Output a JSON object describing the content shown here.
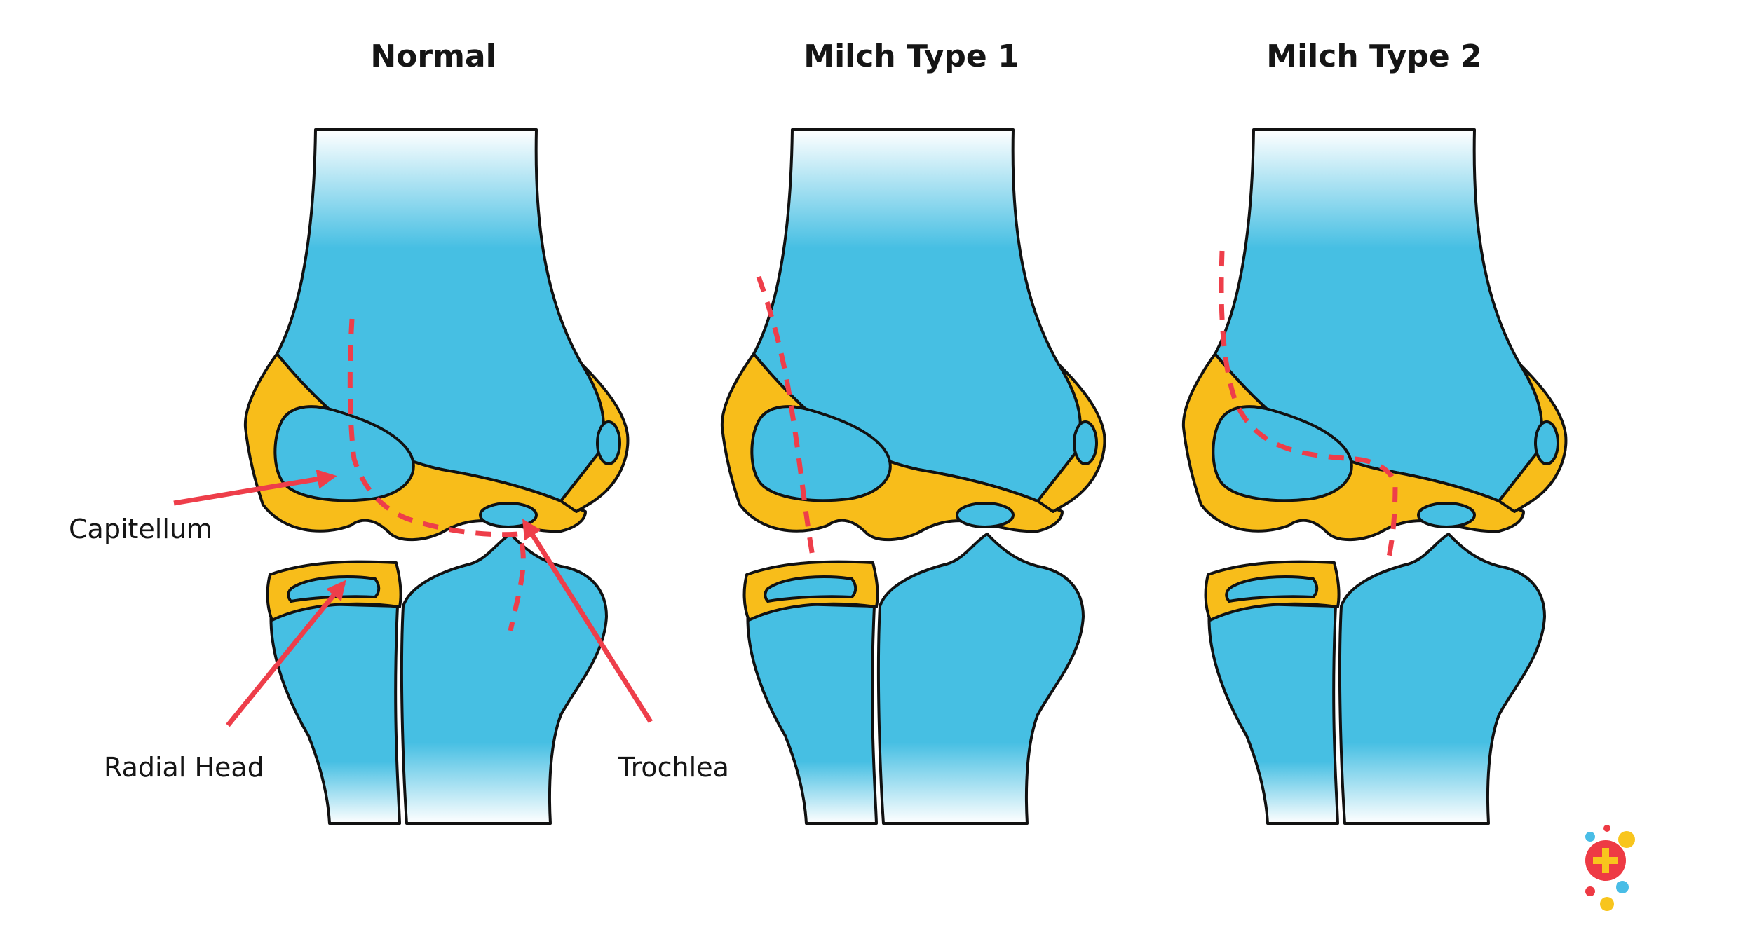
{
  "panels": [
    {
      "id": "normal",
      "title": "Normal"
    },
    {
      "id": "milch1",
      "title": "Milch Type 1"
    },
    {
      "id": "milch2",
      "title": "Milch Type 2"
    }
  ],
  "labels": {
    "capitellum": "Capitellum",
    "trochlea": "Trochlea",
    "radial_head": "Radial Head"
  },
  "colors": {
    "bone": "#46bfe3",
    "cartilage": "#f8bd1a",
    "outline": "#111111",
    "fracture_line": "#ee3e4a",
    "pointer": "#ee3e4a",
    "text": "#151515"
  },
  "logo": {
    "icon": "medical-cross-logo-icon"
  }
}
